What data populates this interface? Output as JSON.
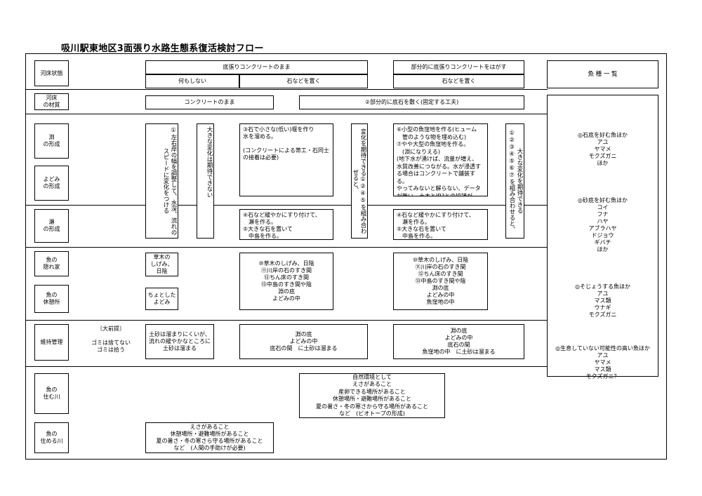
{
  "title": "吸川駅東地区3面張り水路生態系復活検討フロー",
  "rows": {
    "kasho": "河床状態",
    "zaishitsu": "河床\nの材質",
    "fuchi": "淵\nの形成",
    "yodomi": "よどみ\nの形成",
    "se": "瀬\nの形成",
    "kakurega": "魚の\n隠れ家",
    "kyukei": "魚の\n休憩所",
    "iji": "維持管理",
    "sumu": "魚の\n住む川",
    "sumeru": "魚の\n住める川"
  },
  "header": {
    "keep_concrete": "底張りコンクリートのまま",
    "peel_concrete": "部分的に底張りコンクリートをはがす",
    "nothing": "何もしない",
    "place_stones_1": "石などを置く",
    "place_stones_2": "石などを置く",
    "material_keep": "コンクリートのまま",
    "material_stones": "②部分的に底石を敷く(固定する工夫)"
  },
  "flow": {
    "vert_1": "①左右岸の幅を調整して、水深、流れのスピードに変化をつける",
    "vert_2": "大きな変化は期待できない",
    "fuchi_mid": "③石で小さな(低い)堰を作り\n水を溜める。\n\n(コンクリートによる帯工・石同士\nの接着は必要)",
    "vert_3": "変化を期待できる①②④⑤を組み合わせると、",
    "fuchi_right": "⑥小型の魚窪地を作る(ヒューム\n　管のような物を埋め込む)\n⑦やや大型の魚窪地を作る。\n　(淵になりえる)\n(地下水が湧けば、流量が増え、\n水質改善につながる。水が浸透す\nる場合はコンクリートで舗装する。\nやってみないと解らない、データ\nが無い。土木とJR?との協議が\n必要)",
    "vert_4": "大きな変化を期待できる①②③④⑤⑥⑦を組み合わせると、",
    "se_mid": "④石など緩やかにすり付けて、\n　瀬を作る。\n⑤大きな石を置いて\n　中島を作る。",
    "se_right": "④石など緩やかにすり付けて、\n　瀬を作る。\n⑤大きな石を置いて\n　中島を作る。",
    "kakurega_left": "草木の\nしげみ、\n日陰",
    "kyukei_left": "ちょとした\nよどみ",
    "hide_mid": "⑩草木のしげみ、日陰\n⑪川岸の石のすき間\n⑫ちん床のすき間\n⑬中島のすき間や陰\n淵の底\nよどみの中",
    "hide_right": "⑩草木のしげみ、日陰\n⑪川岸の石のすき間\n⑫ちん床のすき間\n⑬中島のすき間や陰\n淵の底\nよどみの中\n魚窪地の中",
    "premise": "〔大前提〕\n\nゴミは捨てない\nゴミは拾う",
    "maint_left": "土砂は溜まりにくいが、\n流れの緩やかなところに\n土砂は溜まる",
    "maint_mid": "淵の底\nよどみの中\n底石の間　に土砂は溜まる",
    "maint_right": "淵の底\nよどみの中\n底石の間\n魚窪地の中　に土砂は溜まる",
    "sumu_box": "自然環境として\nえさがあること\n産卵できる場所があること\n休憩場所・避難場所があること\n夏の暑さ・冬の寒さから守る場所があること\nなど　(ビオトープの形成)",
    "sumeru_box": "えさがあること\n休憩場所・避難場所があること\n夏の暑さ・冬の寒さら守る場所があること\nなど　(人間の手助けが必要)"
  },
  "fish": {
    "header": "魚 種 一 覧",
    "groups": [
      {
        "head": "◎石底を好む魚ほか",
        "items": [
          "アユ",
          "ヤマメ",
          "モクズガニ",
          "ほか"
        ]
      },
      {
        "head": "◎砂底を好む魚ほか",
        "items": [
          "コイ",
          "フナ",
          "ハヤ",
          "アブラハヤ",
          "ドジョウ",
          "ギバチ",
          "ほか"
        ]
      },
      {
        "head": "◎そじょうする魚ほか",
        "items": [
          "アユ",
          "マス類",
          "ウナギ",
          "モクズガニ"
        ]
      },
      {
        "head": "◎生息していない可能性の高い魚ほか",
        "items": [
          "アユ",
          "ヤマメ",
          "マス類",
          "モクズガニ？"
        ]
      }
    ]
  }
}
